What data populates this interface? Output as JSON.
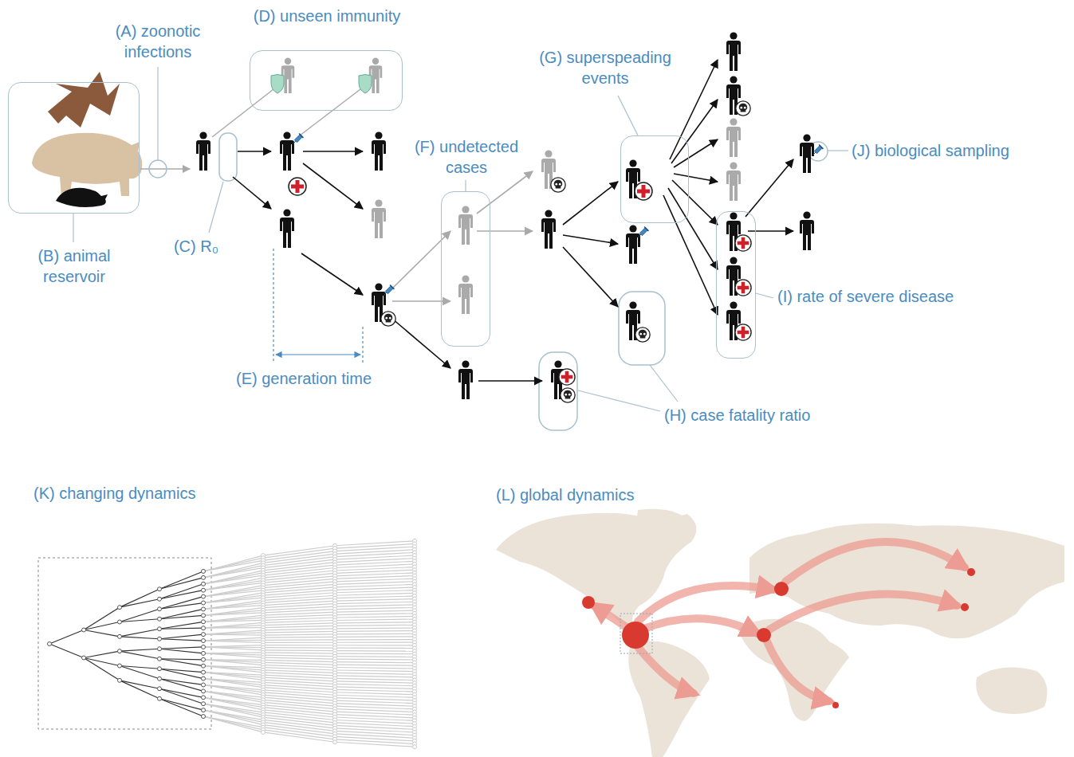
{
  "diagram": {
    "nodes": [
      {
        "text": [
          "(B) animal reservoir"
        ]
      },
      {
        "text": [
          "(D) unseen immunity"
        ]
      },
      {
        "text": [
          "(F) undetected cases"
        ]
      },
      {
        "text": [
          "(G) superspeading events"
        ]
      },
      {
        "text": [
          "(I) rate of severe disease"
        ]
      }
    ],
    "labels": [
      "(A) zoonotic infections",
      "(C) R₀",
      "(E) generation time",
      "(H) case fatality ratio",
      "(J) biological sampling",
      "(K) changing dynamics",
      "(L) global dynamics"
    ]
  }
}
